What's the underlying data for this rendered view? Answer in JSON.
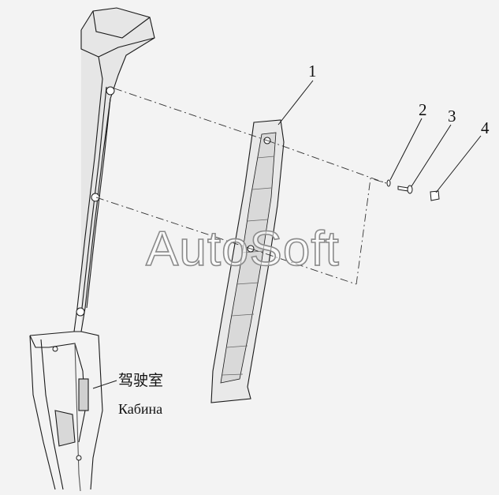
{
  "callouts": [
    {
      "number": "1"
    },
    {
      "number": "2"
    },
    {
      "number": "3"
    },
    {
      "number": "4"
    }
  ],
  "captions": {
    "chinese": "驾驶室",
    "russian": "Кабина"
  },
  "watermark": "AutoSoft",
  "colors": {
    "background": "#f3f3f3",
    "line": "#1a1a1a",
    "shade": "#cfcfcf"
  }
}
